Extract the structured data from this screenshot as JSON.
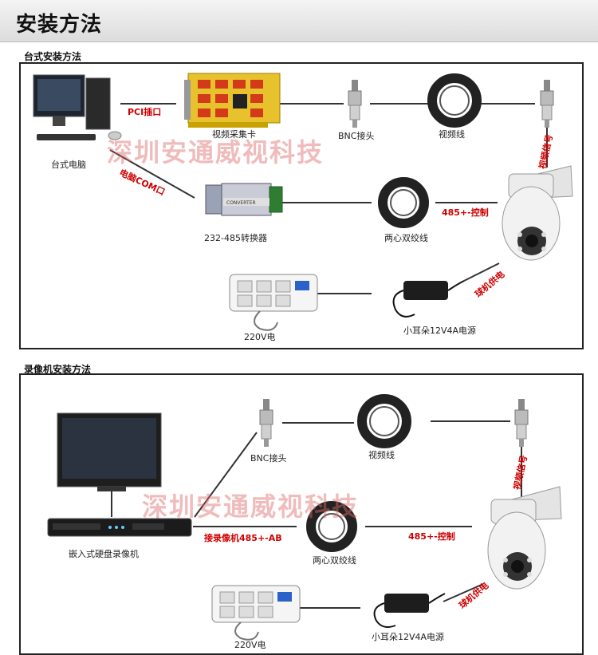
{
  "header": {
    "title": "安装方法"
  },
  "desktop": {
    "section_title": "台式安装方法",
    "computer_label": "台式电脑",
    "pci_label": "PCI插口",
    "card_label": "视频采集卡",
    "bnc_label": "BNC接头",
    "video_cable_label": "视频线",
    "video_signal_label": "视频信号",
    "com_label": "电脑COM口",
    "converter_label": "232-485转换器",
    "converter_text": "CONVERTER",
    "twisted_pair_label": "两心双绞线",
    "control_label": "485+-控制",
    "power_label": "球机供电",
    "mains_label": "220V电",
    "adapter_label": "小耳朵12V4A电源",
    "watermark": "深圳安通威视科技"
  },
  "nvr": {
    "section_title": "录像机安装方法",
    "recorder_label": "嵌入式硬盘录像机",
    "bnc_label": "BNC接头",
    "video_cable_label": "视频线",
    "video_signal_label": "视频信号",
    "recorder_485_label": "接录像机485+-AB",
    "twisted_pair_label": "两心双绞线",
    "control_label": "485+-控制",
    "power_label": "球机供电",
    "mains_label": "220V电",
    "adapter_label": "小耳朵12V4A电源",
    "watermark": "深圳安通威视科技"
  }
}
